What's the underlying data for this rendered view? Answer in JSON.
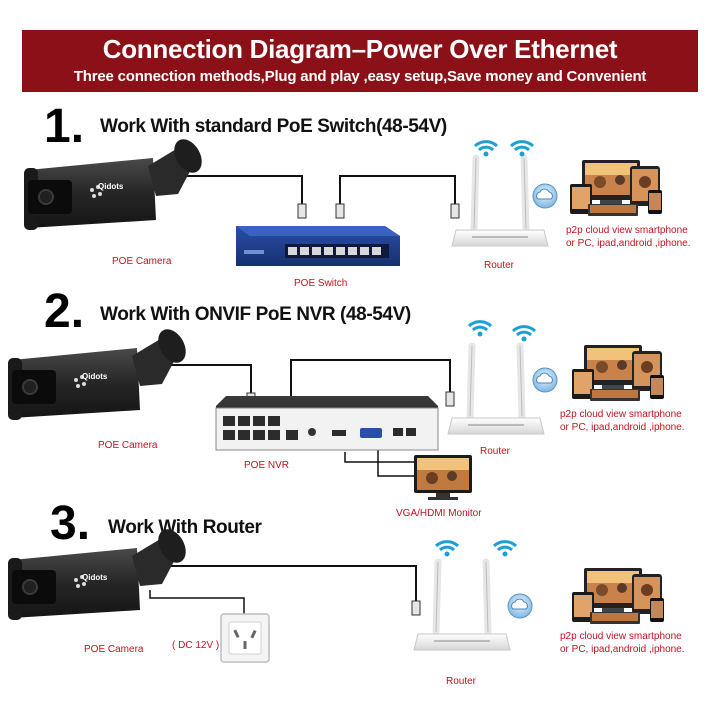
{
  "banner": {
    "title": "Connection Diagram–Power Over Ethernet",
    "subtitle": "Three connection methods,Plug and play ,easy setup,Save money and Convenient"
  },
  "sections": [
    {
      "number": "1.",
      "heading": "Work With standard PoE Switch(48-54V)",
      "camera_label": "POE Camera",
      "hub_label": "POE Switch",
      "router_label": "Router",
      "cloud_caption_line1": "p2p cloud view smartphone",
      "cloud_caption_line2": "or PC, ipad,android ,iphone."
    },
    {
      "number": "2.",
      "heading": "Work With ONVIF PoE NVR (48-54V)",
      "camera_label": "POE Camera",
      "hub_label": "POE NVR",
      "router_label": "Router",
      "monitor_label": "VGA/HDMI Monitor",
      "cloud_caption_line1": "p2p cloud view smartphone",
      "cloud_caption_line2": "or PC, ipad,android ,iphone."
    },
    {
      "number": "3.",
      "heading": "Work With Router",
      "camera_label": "POE Camera",
      "power_label": "( DC 12V )",
      "router_label": "Router",
      "cloud_caption_line1": "p2p cloud view smartphone",
      "cloud_caption_line2": "or PC, ipad,android ,iphone."
    }
  ],
  "camera_brand": "Qidots",
  "colors": {
    "banner": "#8b1018",
    "label_red": "#c1121f",
    "wifi": "#1aa0d8",
    "switch_blue": "#1f3f8f",
    "camera": "#2a2a2a"
  },
  "icons": [
    "camera-icon",
    "poe-switch-icon",
    "nvr-icon",
    "router-icon",
    "wifi-icon",
    "cloud-icon",
    "monitor-icon",
    "power-outlet-icon",
    "device-collage-icon"
  ]
}
